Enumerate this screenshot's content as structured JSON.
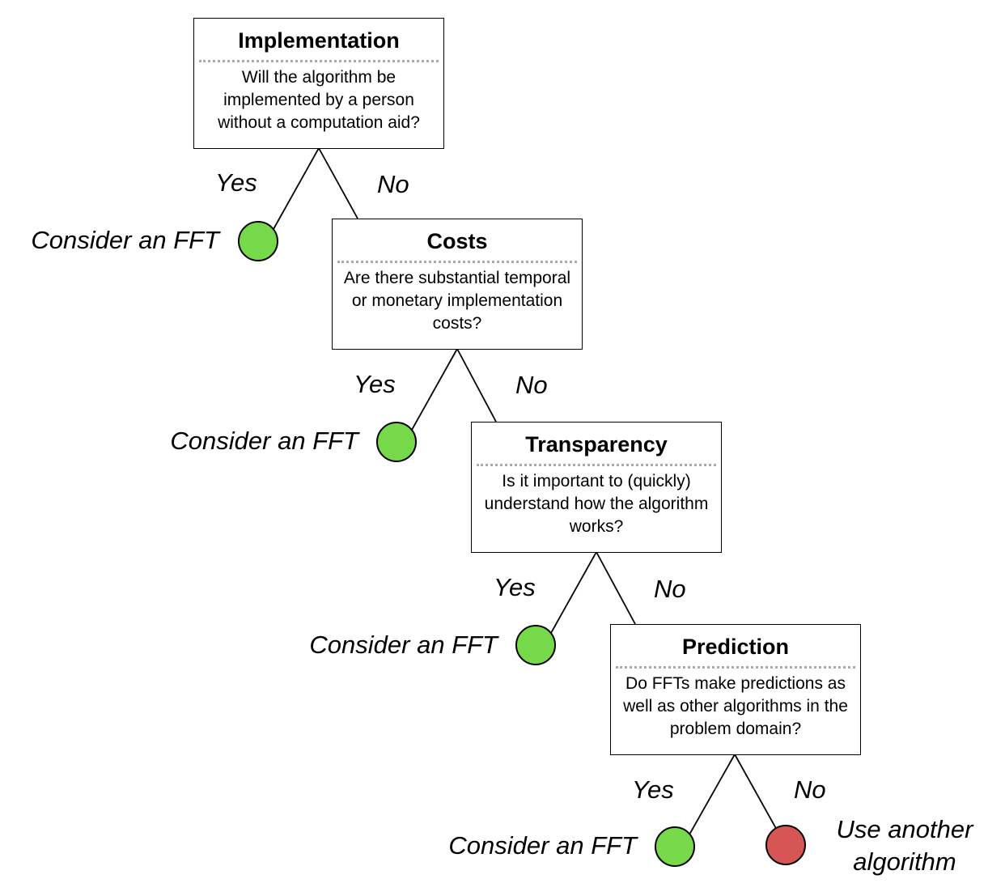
{
  "colors": {
    "consider_leaf": "#76d94a",
    "reject_leaf": "#d65555"
  },
  "nodes": [
    {
      "title": "Implementation",
      "question": "Will the algorithm be implemented by a person without a computation aid?"
    },
    {
      "title": "Costs",
      "question": "Are there substantial temporal or monetary implementation costs?"
    },
    {
      "title": "Transparency",
      "question": "Is it important to (quickly) understand how the algorithm works?"
    },
    {
      "title": "Prediction",
      "question": "Do FFTs make predictions as well as other algorithms in the problem domain?"
    }
  ],
  "branches": {
    "yes": "Yes",
    "no": "No"
  },
  "leaves": {
    "consider": "Consider an FFT",
    "reject": "Use another algorithm"
  }
}
